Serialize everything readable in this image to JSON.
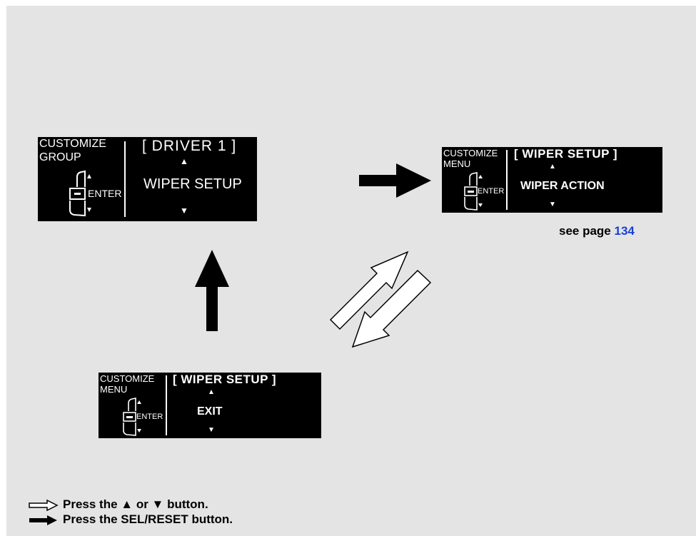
{
  "screens": {
    "main": {
      "left_title_1": "CUSTOMIZE",
      "left_title_2": "GROUP",
      "enter_label": "ENTER",
      "header": "[ DRIVER 1 ]",
      "item": "WIPER SETUP",
      "up_glyph": "▲",
      "down_glyph": "▼"
    },
    "right": {
      "left_title_1": "CUSTOMIZE",
      "left_title_2": "MENU",
      "enter_label": "ENTER",
      "header": "[ WIPER SETUP ]",
      "item": "WIPER ACTION",
      "up_glyph": "▲",
      "down_glyph": "▼"
    },
    "bottom": {
      "left_title_1": "CUSTOMIZE",
      "left_title_2": "MENU",
      "enter_label": "ENTER",
      "header": "[ WIPER SETUP ]",
      "item": "EXIT",
      "up_glyph": "▲",
      "down_glyph": "▼"
    }
  },
  "see_page": {
    "text": "see page",
    "number": "134",
    "number_color": "#1a3fd6"
  },
  "legend": {
    "outline_arrow_text": "Press the ▲ or ▼ button.",
    "solid_arrow_text": "Press the SEL/RESET button."
  },
  "arrows": {
    "solid_right": "solid-arrow-icon",
    "solid_up": "solid-arrow-icon",
    "outline_up_right": "outline-arrow-icon",
    "outline_down_left": "outline-arrow-icon"
  }
}
